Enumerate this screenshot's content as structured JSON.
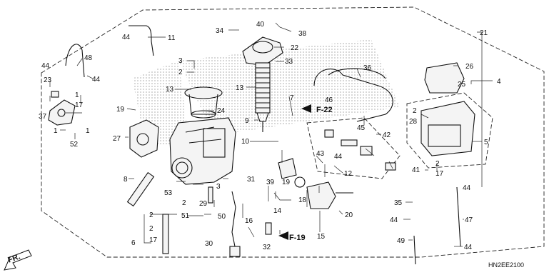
{
  "diagram": {
    "code": "HN2EE2100",
    "front_arrow": "FR.",
    "refs": [
      "F-22",
      "F-19"
    ],
    "callouts": [
      "1",
      "2",
      "3",
      "4",
      "5",
      "6",
      "7",
      "8",
      "9",
      "10",
      "11",
      "12",
      "13",
      "14",
      "15",
      "16",
      "17",
      "18",
      "19",
      "20",
      "21",
      "22",
      "23",
      "24",
      "25",
      "26",
      "27",
      "28",
      "29",
      "30",
      "31",
      "32",
      "33",
      "34",
      "35",
      "36",
      "37",
      "38",
      "39",
      "40",
      "41",
      "42",
      "43",
      "44",
      "45",
      "46",
      "47",
      "48",
      "49",
      "50",
      "51",
      "52",
      "53"
    ]
  }
}
